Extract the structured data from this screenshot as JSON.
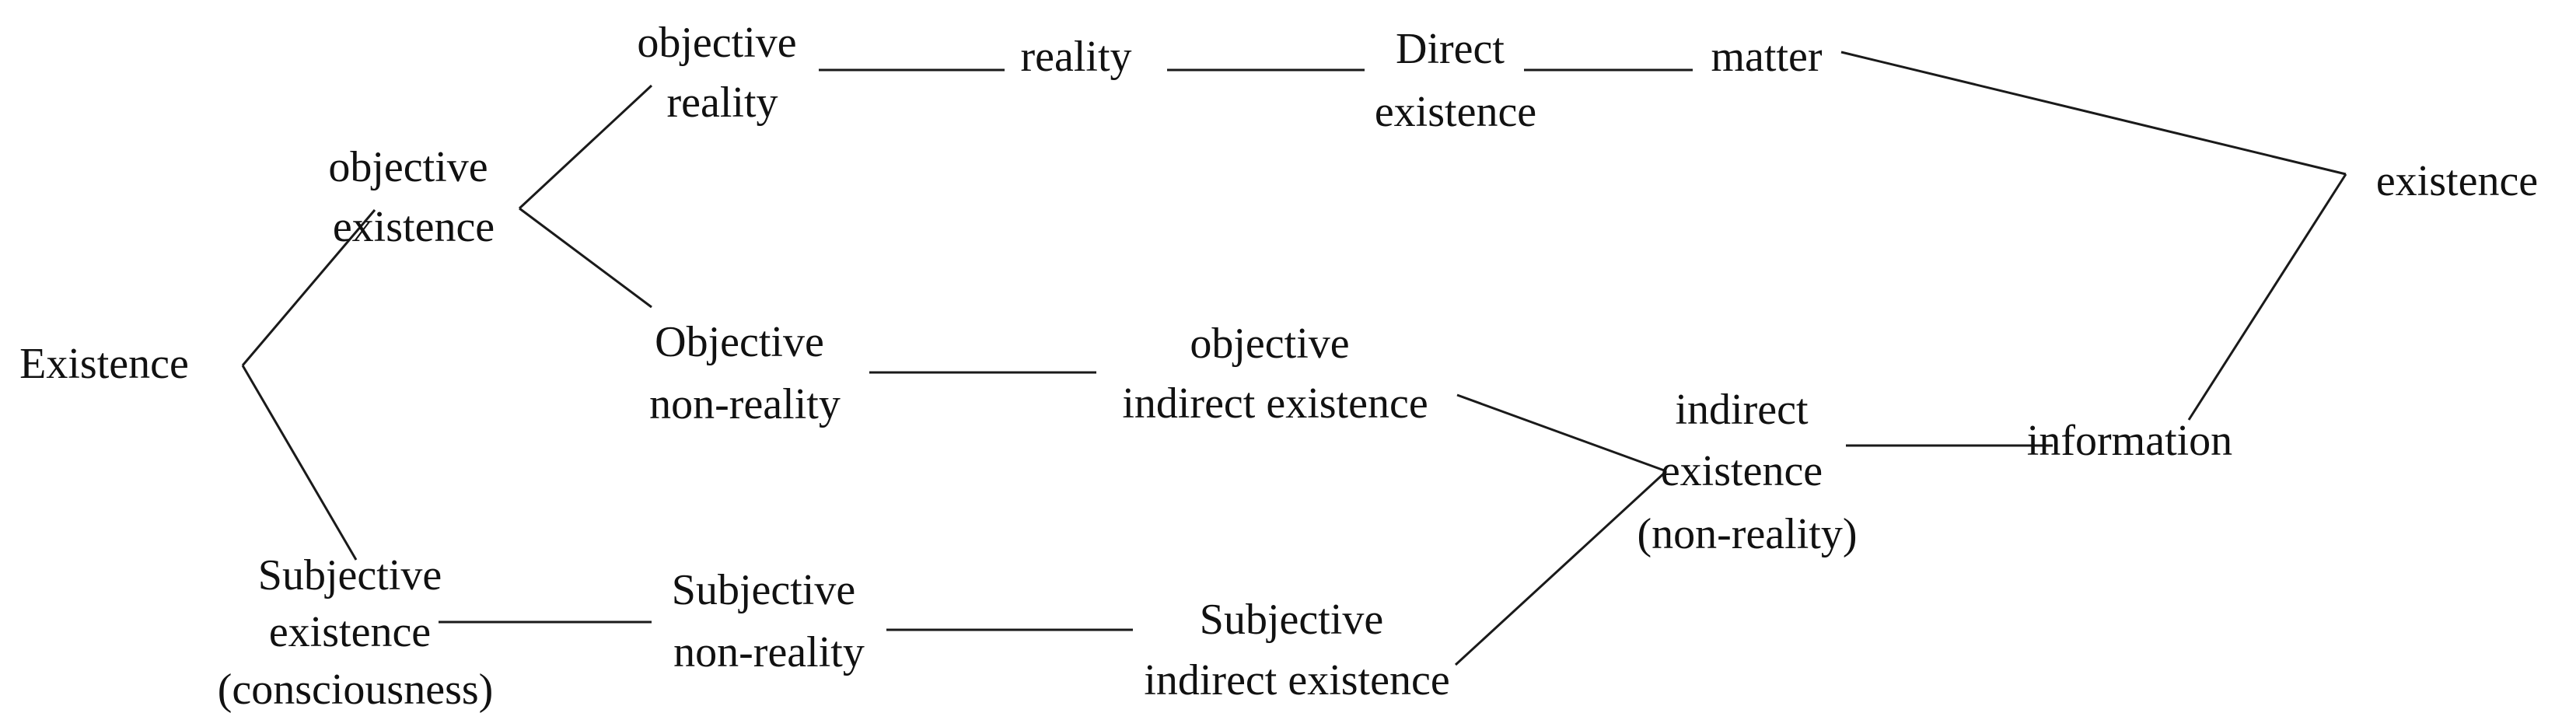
{
  "nodes": {
    "root_existence": [
      "Existence"
    ],
    "objective_existence": [
      "objective",
      "existence"
    ],
    "subjective_existence": [
      "Subjective",
      "existence",
      "(consciousness)"
    ],
    "objective_reality": [
      "objective",
      "reality"
    ],
    "objective_non_reality": [
      "Objective",
      "non-reality"
    ],
    "reality": [
      "reality"
    ],
    "direct_existence": [
      "Direct",
      "existence"
    ],
    "matter": [
      "matter"
    ],
    "existence_right": [
      "existence"
    ],
    "objective_indirect_existence": [
      "objective",
      "indirect existence"
    ],
    "indirect_existence": [
      "indirect",
      "existence",
      "(non-reality)"
    ],
    "information": [
      "information"
    ],
    "subjective_non_reality": [
      "Subjective",
      "non-reality"
    ],
    "subjective_indirect_existence": [
      "Subjective",
      "indirect existence"
    ]
  }
}
